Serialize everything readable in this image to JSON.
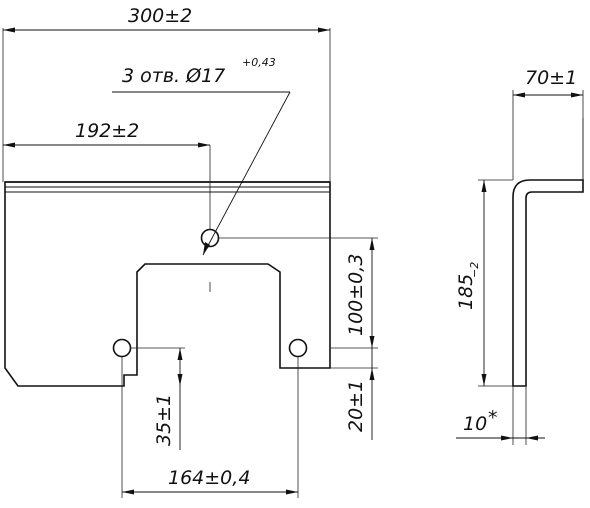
{
  "drawing": {
    "dimensions": {
      "overall_width": "300±2",
      "holes_callout": "3 отв. Ø17",
      "holes_tolerance": "+0,43",
      "hole_position": "192±2",
      "cutout_height": "100±0,3",
      "bottom_offset": "20±1",
      "hole_height": "35±1",
      "hole_spacing": "164±0,4",
      "flange_width": "70±1",
      "side_height_base": "185",
      "side_height_tol": "−2",
      "thickness": "10",
      "thickness_mark": "*"
    }
  }
}
